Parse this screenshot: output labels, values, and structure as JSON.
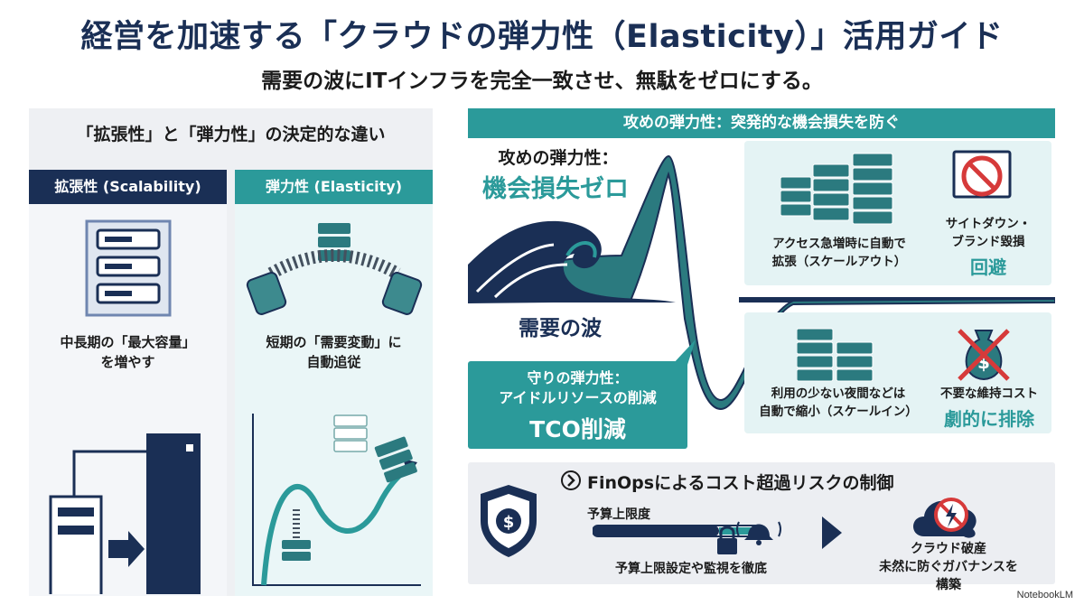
{
  "header": {
    "title": "経営を加速する「クラウドの弾力性（Elasticity）」活用ガイド",
    "subtitle": "需要の波にITインフラを完全一致させ、無駄をゼロにする。"
  },
  "left": {
    "heading": "「拡張性」と「弾力性」の決定的な違い",
    "scalability": {
      "header": "拡張性 (Scalability)",
      "caption_line1": "中長期の「最大容量」",
      "caption_line2": "を増やす"
    },
    "elasticity": {
      "header": "弾力性 (Elasticity)",
      "caption_line1": "短期の「需要変動」に",
      "caption_line2": "自動追従"
    }
  },
  "right": {
    "attack_bar": "攻めの弾力性：突発的な機会損失を防ぐ",
    "attack_title": "攻めの弾力性：",
    "attack_main": "機会損失ゼロ",
    "demand_label": "需要の波",
    "scale_out_line1": "アクセス急増時に自動で",
    "scale_out_line2": "拡張（スケールアウト）",
    "site_down_line1": "サイトダウン・",
    "site_down_line2": "ブランド毀損",
    "site_down_main": "回避",
    "defense_title_line1": "守りの弾力性：",
    "defense_title_line2": "アイドルリソースの削減",
    "defense_main": "TCO削減",
    "scale_in_line1": "利用の少ない夜間などは",
    "scale_in_line2": "自動で縮小（スケールイン）",
    "maintenance_line1": "不要な維持コスト",
    "maintenance_main": "劇的に排除"
  },
  "finops": {
    "title": "FinOpsによるコスト超過リスクの制御",
    "budget_label": "予算上限度",
    "budget_caption": "予算上限設定や監視を徹底",
    "risk_line1": "クラウド破産",
    "risk_line2": "未然に防ぐガバナンスを構築",
    "currency_symbol": "$"
  },
  "footer": {
    "watermark": "NotebookLM"
  },
  "colors": {
    "navy": "#1a2f55",
    "teal": "#2b9a9a",
    "red": "#d63a3a"
  },
  "icons": [
    "server-rack-icon",
    "server-stack-icon",
    "spring-icon",
    "no-entry-icon",
    "money-bag-icon",
    "shield-dollar-icon",
    "lock-icon",
    "bell-icon",
    "cloud-lightning-icon",
    "chevron-right-icon"
  ]
}
